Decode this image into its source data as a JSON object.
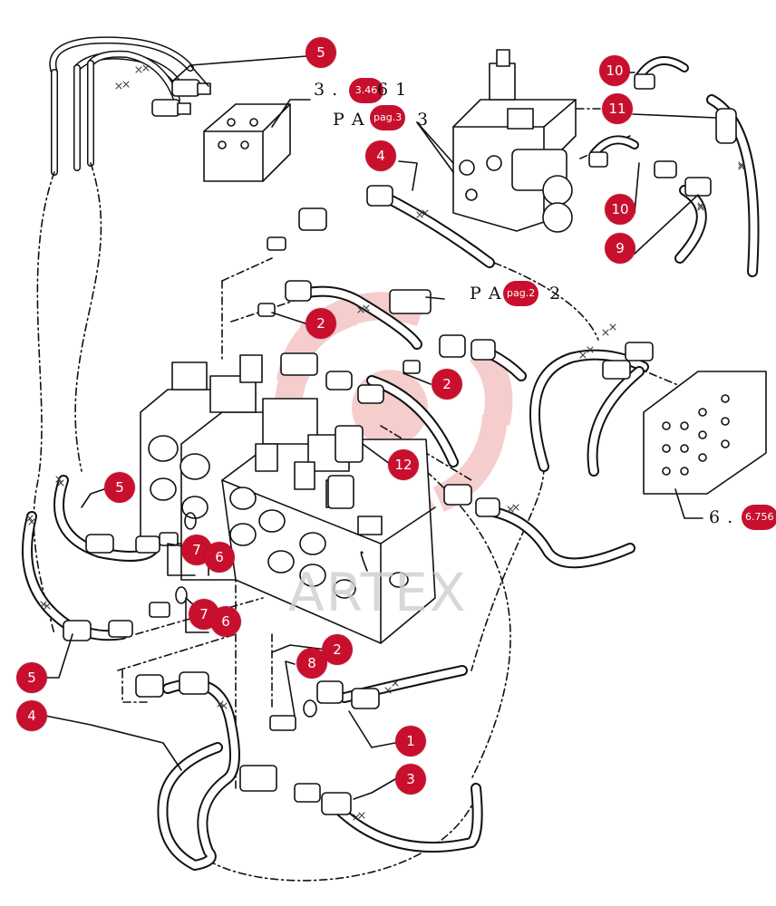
{
  "callouts": [
    {
      "id": "c5a",
      "label": "5"
    },
    {
      "id": "c10a",
      "label": "10"
    },
    {
      "id": "c11",
      "label": "11"
    },
    {
      "id": "c4a",
      "label": "4"
    },
    {
      "id": "c10b",
      "label": "10"
    },
    {
      "id": "c9",
      "label": "9"
    },
    {
      "id": "c2a",
      "label": "2"
    },
    {
      "id": "c2b",
      "label": "2"
    },
    {
      "id": "c12",
      "label": "12"
    },
    {
      "id": "c5b",
      "label": "5"
    },
    {
      "id": "c7a",
      "label": "7"
    },
    {
      "id": "c6a",
      "label": "6"
    },
    {
      "id": "c7b",
      "label": "7"
    },
    {
      "id": "c6b",
      "label": "6"
    },
    {
      "id": "c5c",
      "label": "5"
    },
    {
      "id": "c2c",
      "label": "2"
    },
    {
      "id": "c8",
      "label": "8"
    },
    {
      "id": "c4b",
      "label": "4"
    },
    {
      "id": "c1",
      "label": "1"
    },
    {
      "id": "c3",
      "label": "3"
    }
  ],
  "references": {
    "ref1_text": "3 .",
    "ref1_tail": "6 1",
    "ref1_link": "3.46",
    "ref2_text": "P A",
    "ref2_tail": "3",
    "ref2_link": "pag.3",
    "ref3_text": "P A",
    "ref3_tail": "2",
    "ref3_link": "pag.2",
    "ref4_text": "6 .",
    "ref4_link": "6.756"
  },
  "watermark": {
    "text": "ARTEX"
  },
  "colors": {
    "accent": "#c8102e",
    "line": "#111111",
    "watermark": "#e05050"
  }
}
